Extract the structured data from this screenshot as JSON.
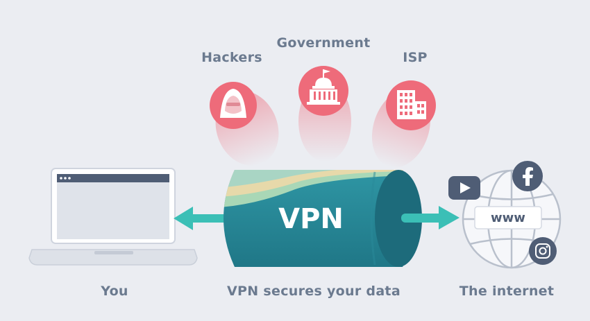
{
  "threats": {
    "hackers": "Hackers",
    "government": "Government",
    "isp": "ISP"
  },
  "tunnel": {
    "label": "VPN"
  },
  "captions": {
    "you": "You",
    "vpn": "VPN secures your data",
    "internet": "The internet"
  },
  "internet": {
    "www": "www"
  },
  "colors": {
    "background": "#ebedf2",
    "threat": "#ee6b7a",
    "tunnel": "#2a8a99",
    "arrow": "#3bbfb6",
    "label": "#6b7a8f",
    "icon_dark": "#4f5d75"
  },
  "icons": [
    "laptop-icon",
    "hacker-icon",
    "capitol-icon",
    "building-icon",
    "globe-icon",
    "youtube-icon",
    "facebook-icon",
    "instagram-icon"
  ]
}
